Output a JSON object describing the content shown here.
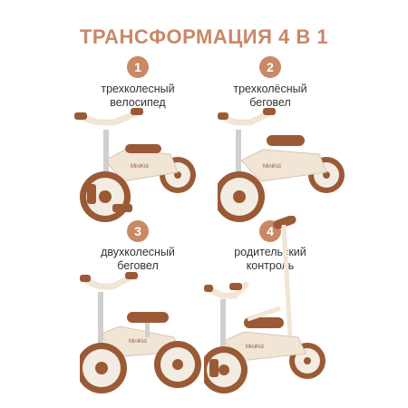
{
  "title": "ТРАНСФОРМАЦИЯ 4 В 1",
  "colors": {
    "accent": "#c98866",
    "frame": "#f1e5d6",
    "brown": "#9a5a36",
    "tire": "#f3ece2"
  },
  "modes": [
    {
      "number": "1",
      "line1": "трехколесный",
      "line2": "велосипед",
      "brand": "MiniKid"
    },
    {
      "number": "2",
      "line1": "трехколёсный",
      "line2": "беговел",
      "brand": "MiniKid"
    },
    {
      "number": "3",
      "line1": "двухколесный",
      "line2": "беговел",
      "brand": "MiniKid"
    },
    {
      "number": "4",
      "line1": "родительский",
      "line2": "контроль",
      "brand": "MiniKid"
    }
  ]
}
